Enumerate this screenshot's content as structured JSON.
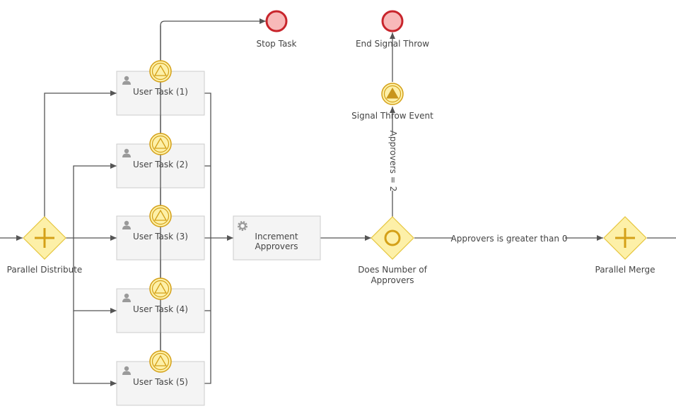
{
  "diagram": {
    "tasks": [
      {
        "label": "User Task (1)",
        "icon": "user-icon"
      },
      {
        "label": "User Task (2)",
        "icon": "user-icon"
      },
      {
        "label": "User Task (3)",
        "icon": "user-icon"
      },
      {
        "label": "User Task (4)",
        "icon": "user-icon"
      },
      {
        "label": "User Task (5)",
        "icon": "user-icon"
      }
    ],
    "service_task": {
      "label_line1": "Increment",
      "label_line2": "Approvers",
      "icon": "gear-icon"
    },
    "gateways": {
      "parallel_distribute": "Parallel Distribute",
      "does_number_line1": "Does Number of",
      "does_number_line2": "Approvers",
      "parallel_merge": "Parallel Merge"
    },
    "events": {
      "stop_task": "Stop Task",
      "end_signal_throw": "End Signal Throw",
      "signal_throw_event": "Signal Throw Event"
    },
    "flow_labels": {
      "approvers_eq_2": "Approvers = 2",
      "approvers_gt_0": "Approvers is greater than 0"
    },
    "colors": {
      "gateway_fill": "#fdf0a8",
      "gateway_stroke": "#d4a017",
      "end_event_fill": "#f8b9b9",
      "end_event_stroke": "#c8252c",
      "task_fill": "#f4f4f4",
      "flow": "#555555"
    }
  }
}
